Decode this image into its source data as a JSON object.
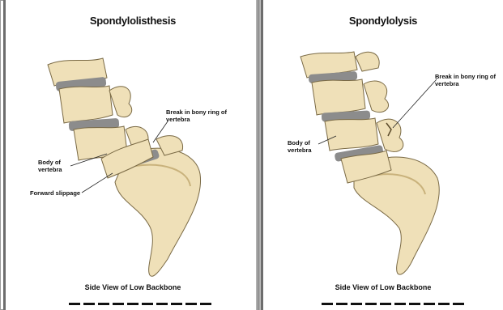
{
  "left_panel": {
    "title": "Spondylolisthesis",
    "labels": {
      "break": "Break in bony ring of vertebra",
      "body": "Body of vertebra",
      "slippage": "Forward slippage"
    },
    "caption": "Side View of Low Backbone"
  },
  "right_panel": {
    "title": "Spondylolysis",
    "labels": {
      "break": "Break in bony ring of vertebra",
      "body": "Body of vertebra"
    },
    "caption": "Side View of Low Backbone"
  },
  "colors": {
    "bone": "#efe0b8",
    "bone_shadow": "#c9b27c",
    "disc": "#8c8c8c",
    "outline": "#7a6a45"
  }
}
